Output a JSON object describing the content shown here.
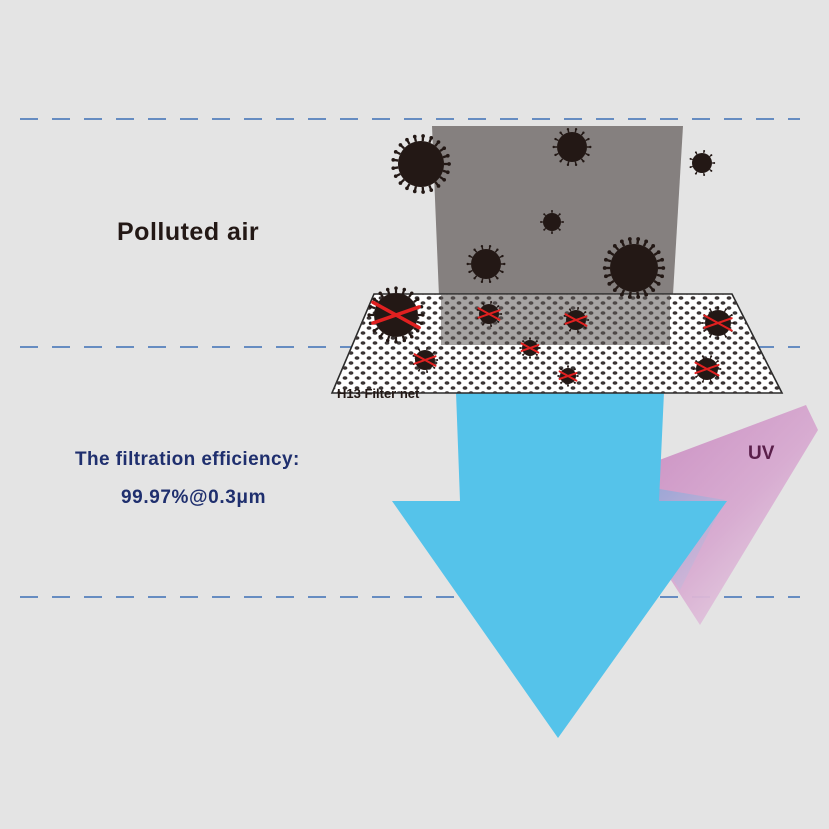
{
  "labels": {
    "polluted_air": "Polluted air",
    "efficiency_label": "The filtration efficiency:",
    "efficiency_value": "99.97%@0.3μm",
    "filter_name": "H13 Filter net",
    "uv": "UV"
  },
  "colors": {
    "background": "#e4e4e4",
    "dashed_line": "#3d6fb5",
    "gray_stream": "#5f5957",
    "blue_arrow": "#55c3ea",
    "uv_band": "#c98bbf",
    "particle": "#231815",
    "blocked_mark": "#e02020",
    "efficiency_text": "#1f2f6e"
  },
  "icons": {
    "particle": "virus-particle-icon",
    "blocked": "red-x-mark-icon"
  }
}
